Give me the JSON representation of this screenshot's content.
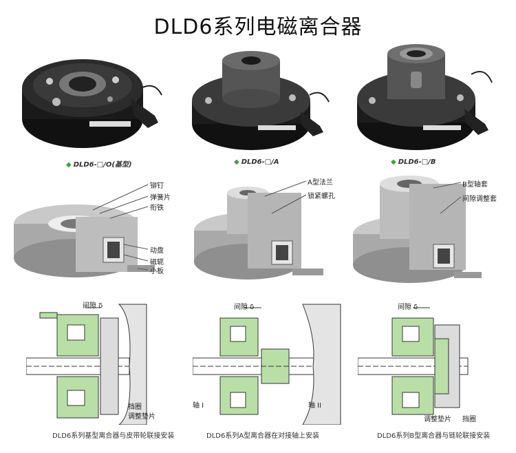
{
  "title": "DLD6系列电磁离合器",
  "captions": [
    "DLD6-□/O(基型)",
    "DLD6-□/A",
    "DLD6-□/B"
  ],
  "section_labels": {
    "s1": [
      "铆钉",
      "弹簧片",
      "衔铁",
      "动盘",
      "磁轭",
      "小板"
    ],
    "s2": [
      "A型法兰",
      "锁紧螺孔"
    ],
    "s3": [
      "B型轴套",
      "间隙调整套"
    ]
  },
  "drawing_labels": {
    "d1": [
      "间隙 δ",
      "挡圈",
      "调整垫片"
    ],
    "d2": [
      "间隙 δ",
      "轴 I",
      "轴 II"
    ],
    "d3": [
      "间隙 δ",
      "调整垫片",
      "挡圈"
    ]
  },
  "bottom_captions": [
    "DLD6系列基型离合器与皮带轮联接安装",
    "DLD6系列A型离合器在对接轴上安装",
    "DLD6系列B型离合器与链轮联接安装"
  ],
  "colors": {
    "green": "#b9dfa6",
    "dark": "#1f1f1f",
    "caption_diamond": "#3aa33a"
  }
}
